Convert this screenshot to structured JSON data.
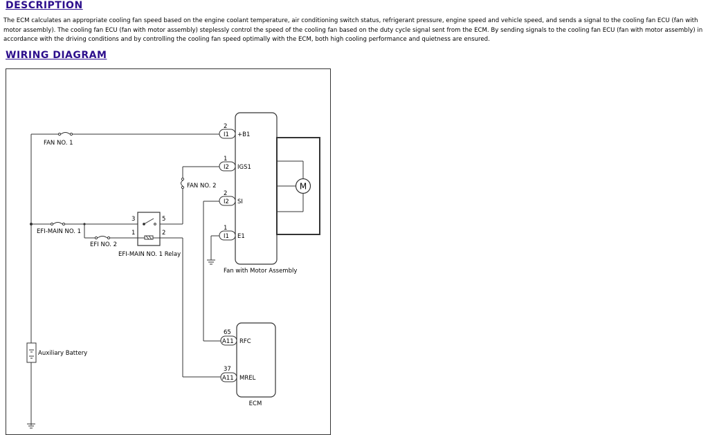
{
  "description": {
    "heading": "DESCRIPTION",
    "text": "The ECM calculates an appropriate cooling fan speed based on the engine coolant temperature, air conditioning switch status, refrigerant pressure, engine speed and vehicle speed, and sends a signal to the cooling fan ECU (fan with motor assembly). The cooling fan ECU (fan with motor assembly) steplessly control the speed of the cooling fan based on the duty cycle signal sent from the ECM. By sending signals to the cooling fan ECU (fan with motor assembly) in accordance with the driving conditions and by controlling the cooling fan speed optimally with the ECM, both high cooling performance and quietness are ensured."
  },
  "wiring": {
    "heading": "WIRING DIAGRAM",
    "fuses": {
      "fan_no1": "FAN NO. 1",
      "fan_no2": "FAN NO. 2",
      "efi_main_no1": "EFI-MAIN NO. 1",
      "efi_no2": "EFI NO. 2"
    },
    "relay": {
      "name": "EFI-MAIN NO. 1 Relay",
      "pin3": "3",
      "pin5": "5",
      "pin1": "1",
      "pin2": "2"
    },
    "battery": "Auxiliary Battery",
    "fan_assembly": {
      "name": "Fan with Motor Assembly",
      "motor": "M",
      "pins": [
        {
          "num": "2",
          "connector": "I1",
          "signal": "+B1"
        },
        {
          "num": "1",
          "connector": "I2",
          "signal": "IGS1"
        },
        {
          "num": "2",
          "connector": "I2",
          "signal": "SI"
        },
        {
          "num": "1",
          "connector": "I1",
          "signal": "E1"
        }
      ]
    },
    "ecm": {
      "name": "ECM",
      "pins": [
        {
          "num": "65",
          "connector": "A11",
          "signal": "RFC"
        },
        {
          "num": "37",
          "connector": "A11",
          "signal": "MREL"
        }
      ]
    }
  }
}
